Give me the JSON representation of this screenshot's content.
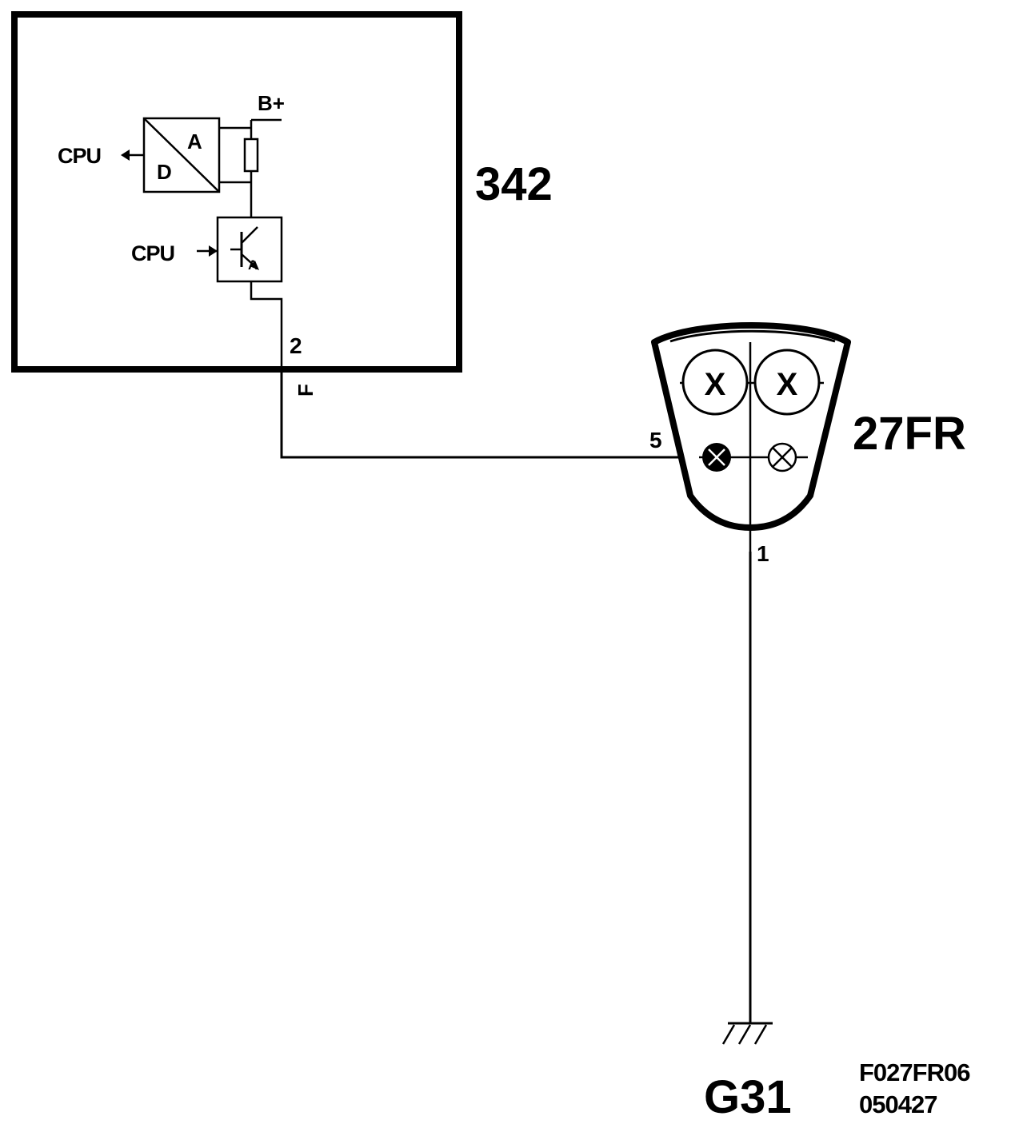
{
  "ecu": {
    "id": "342",
    "supply_label": "B+",
    "adc_label_a": "A",
    "adc_label_d": "D",
    "cpu_out_label": "CPU",
    "cpu_in_label": "CPU",
    "pin_number": "2",
    "pin_connector": "F"
  },
  "lamp_unit": {
    "id": "27FR",
    "pin_in": "5",
    "pin_out": "1",
    "bulb_symbol": "X"
  },
  "ground": {
    "id": "G31"
  },
  "drawing_ref": {
    "code": "F027FR06",
    "date": "050427"
  }
}
